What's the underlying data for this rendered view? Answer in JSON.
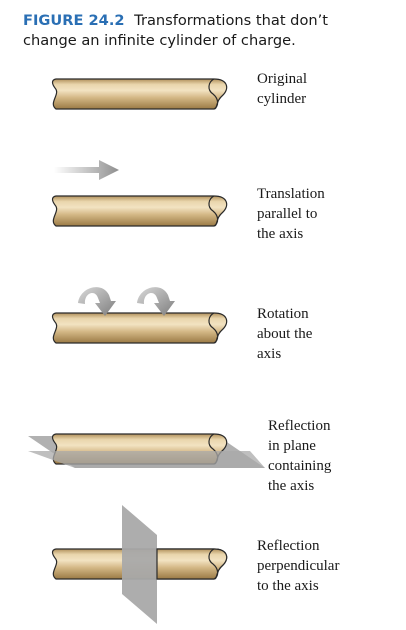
{
  "caption": {
    "figure_label": "FIGURE 24.2",
    "title_line1": "Transformations that don’t",
    "title_line2": "change an infinite cylinder of charge."
  },
  "colors": {
    "figure_label": "#2a6fb4",
    "cylinder_body": "#d4b886",
    "cylinder_highlight": "#f2e3c2",
    "cylinder_shadow": "#9b7a45",
    "arrow": "#9a9a9a",
    "plane": "#a9a9a9"
  },
  "panels": [
    {
      "id": "original",
      "label_lines": [
        "Original",
        "cylinder"
      ]
    },
    {
      "id": "translation",
      "label_lines": [
        "Translation",
        "parallel to",
        "the axis"
      ],
      "icons": [
        "right-arrow-icon"
      ]
    },
    {
      "id": "rotation",
      "label_lines": [
        "Rotation",
        "about the",
        "axis"
      ],
      "icons": [
        "curved-arrow-icon",
        "curved-arrow-icon"
      ]
    },
    {
      "id": "reflection-plane",
      "label_lines": [
        "Reflection",
        "in plane",
        "containing",
        "the axis"
      ],
      "icons": [
        "horizontal-plane-icon"
      ]
    },
    {
      "id": "reflection-perp",
      "label_lines": [
        "Reflection",
        "perpendicular",
        "to the axis"
      ],
      "icons": [
        "vertical-plane-icon"
      ]
    }
  ]
}
